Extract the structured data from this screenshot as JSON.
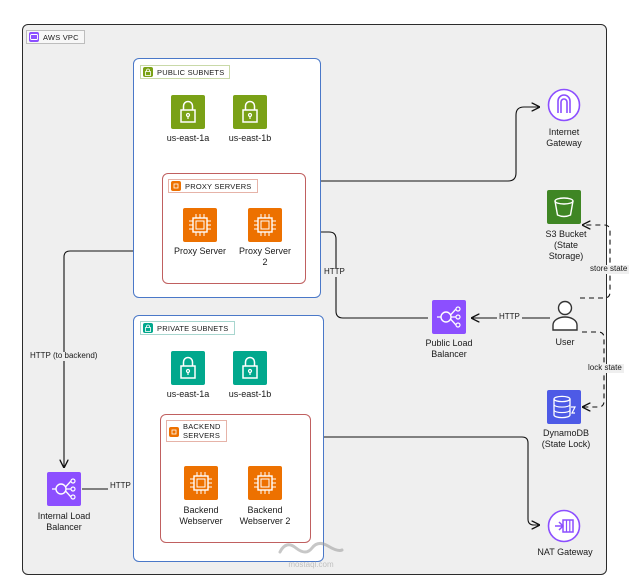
{
  "vpc": {
    "title": "AWS VPC"
  },
  "public_subnets": {
    "title": "PUBLIC SUBNETS",
    "az": [
      "us-east-1a",
      "us-east-1b"
    ]
  },
  "proxy_servers": {
    "title": "PROXY SERVERS",
    "items": [
      "Proxy Server",
      "Proxy Server\n2"
    ]
  },
  "private_subnets": {
    "title": "PRIVATE SUBNETS",
    "az": [
      "us-east-1a",
      "us-east-1b"
    ]
  },
  "backend_servers": {
    "title": "BACKEND\nSERVERS",
    "items": [
      "Backend\nWebserver",
      "Backend\nWebserver 2"
    ]
  },
  "nodes": {
    "internet_gateway": "Internet\nGateway",
    "s3_bucket": "S3 Bucket\n(State\nStorage)",
    "public_lb": "Public Load\nBalancer",
    "user": "User",
    "dynamodb": "DynamoDB\n(State Lock)",
    "internal_lb": "Internal Load\nBalancer",
    "nat_gateway": "NAT Gateway"
  },
  "edges": {
    "http_user_lb": "HTTP",
    "http_lb_proxy": "HTTP",
    "http_to_backend": "HTTP (to backend)",
    "http_ilb_backend": "HTTP",
    "store_state": "store state",
    "lock_state": "lock state"
  },
  "watermark": {
    "text": "mostaql.com"
  },
  "colors": {
    "subnet_green": "#7aa116",
    "subnet_teal": "#01a88d",
    "compute_orange": "#ed7100",
    "network_purple": "#8c4fff",
    "s3_green": "#3f8624",
    "dynamo_blue": "#4d5ae6",
    "vpc_purple": "#8c4fff"
  }
}
